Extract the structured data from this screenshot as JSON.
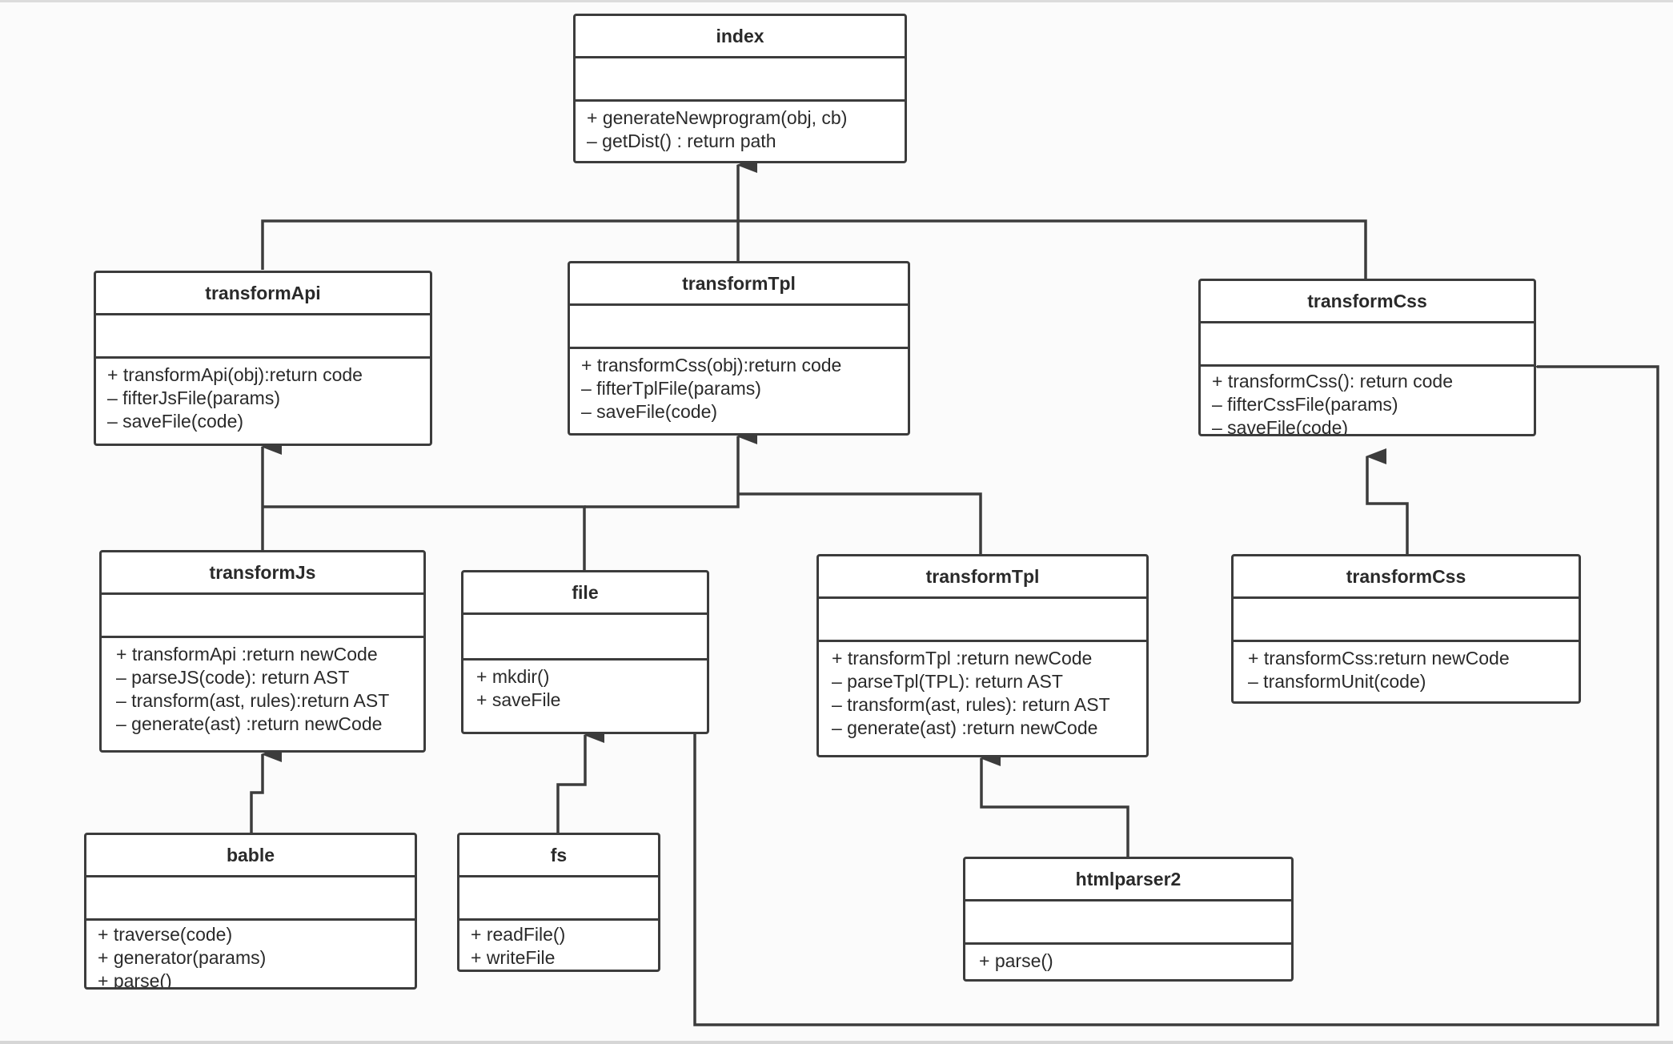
{
  "classes": {
    "index": {
      "name": "index",
      "ops": [
        "+ generateNewprogram(obj, cb)",
        "– getDist() : return path"
      ]
    },
    "transformApi": {
      "name": "transformApi",
      "ops": [
        "+ transformApi(obj):return code",
        "– fifterJsFile(params)",
        "– saveFile(code)"
      ]
    },
    "transformTplTop": {
      "name": "transformTpl",
      "ops": [
        "+ transformCss(obj):return code",
        "– fifterTplFile(params)",
        "– saveFile(code)"
      ]
    },
    "transformCssTop": {
      "name": "transformCss",
      "ops": [
        "+ transformCss():  return code",
        "– fifterCssFile(params)",
        "– saveFile(code)"
      ]
    },
    "transformJs": {
      "name": "transformJs",
      "ops": [
        "+ transformApi :return newCode",
        "– parseJS(code): return AST",
        "– transform(ast, rules):return AST",
        "– generate(ast) :return newCode"
      ]
    },
    "file": {
      "name": "file",
      "ops": [
        "+ mkdir()",
        "+ saveFile"
      ]
    },
    "transformTplMid": {
      "name": "transformTpl",
      "ops": [
        "+ transformTpl :return newCode",
        "– parseTpl(TPL): return AST",
        "– transform(ast, rules): return AST",
        "– generate(ast) :return newCode"
      ]
    },
    "transformCssMid": {
      "name": "transformCss",
      "ops": [
        "+ transformCss:return newCode",
        "– transformUnit(code)"
      ]
    },
    "bable": {
      "name": "bable",
      "ops": [
        "+ traverse(code)",
        "+ generator(params)",
        "+ parse()"
      ]
    },
    "fs": {
      "name": "fs",
      "ops": [
        "+ readFile()",
        "+ writeFile"
      ]
    },
    "htmlparser2": {
      "name": "htmlparser2",
      "ops": [
        "+ parse()"
      ]
    }
  },
  "relations": [
    {
      "from": "transformApi",
      "to": "index"
    },
    {
      "from": "transformTplTop",
      "to": "index"
    },
    {
      "from": "transformCssTop",
      "to": "index"
    },
    {
      "from": "transformJs",
      "to": "transformApi"
    },
    {
      "from": "file",
      "to": "transformApi"
    },
    {
      "from": "file",
      "to": "transformTplTop"
    },
    {
      "from": "transformTplMid",
      "to": "transformTplTop"
    },
    {
      "from": "file",
      "to": "transformCssTop"
    },
    {
      "from": "transformCssMid",
      "to": "transformCssTop"
    },
    {
      "from": "bable",
      "to": "transformJs"
    },
    {
      "from": "fs",
      "to": "file"
    },
    {
      "from": "htmlparser2",
      "to": "transformTplMid"
    }
  ],
  "colors": {
    "line": "#3c3c3c",
    "box_fill": "#ffffff",
    "background": "#fbfbfb"
  }
}
